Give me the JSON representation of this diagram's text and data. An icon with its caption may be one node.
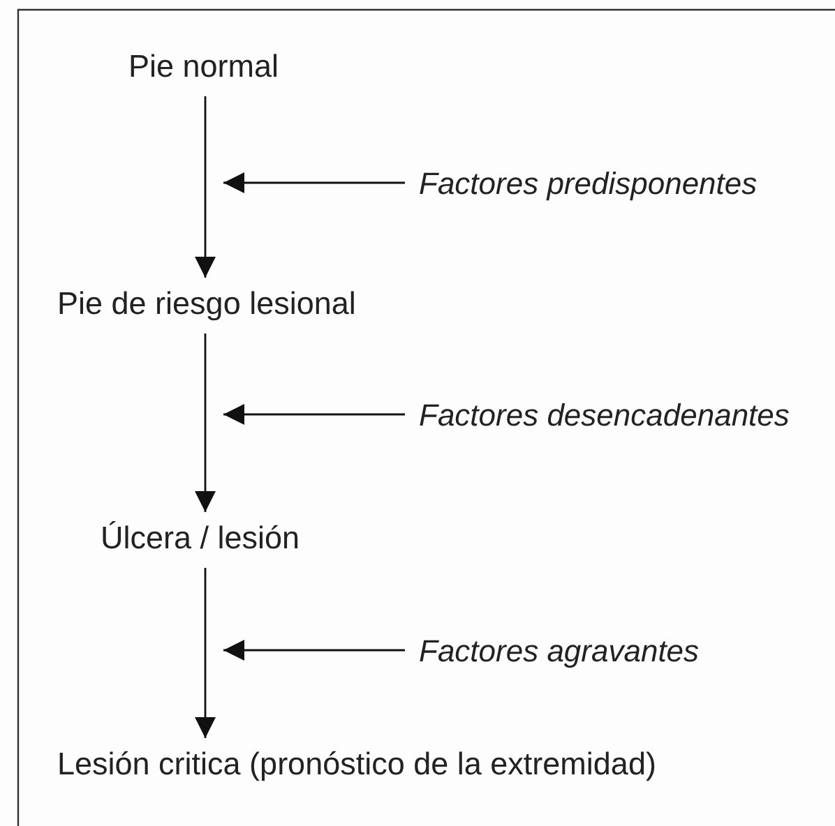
{
  "diagram": {
    "nodes": [
      {
        "text": [
          "Pie normal"
        ]
      },
      {
        "text": [
          "Factores predisponentes"
        ]
      },
      {
        "text": [
          "Pie de riesgo lesional"
        ]
      },
      {
        "text": [
          "Factores desencadenantes"
        ]
      },
      {
        "text": [
          "Úlcera / lesión"
        ]
      },
      {
        "text": [
          "Factores agravantes"
        ]
      },
      {
        "text": [
          "Lesión critica (pronóstico de la extremidad)"
        ]
      }
    ],
    "edges": [
      {
        "from": 0,
        "to": 2,
        "arrow": "to"
      },
      {
        "from": 1,
        "to": null,
        "arrow": "to"
      },
      {
        "from": 2,
        "to": 4,
        "arrow": "to"
      },
      {
        "from": 3,
        "to": null,
        "arrow": "to"
      },
      {
        "from": 4,
        "to": 6,
        "arrow": "to"
      },
      {
        "from": 5,
        "to": null,
        "arrow": "to"
      }
    ]
  }
}
